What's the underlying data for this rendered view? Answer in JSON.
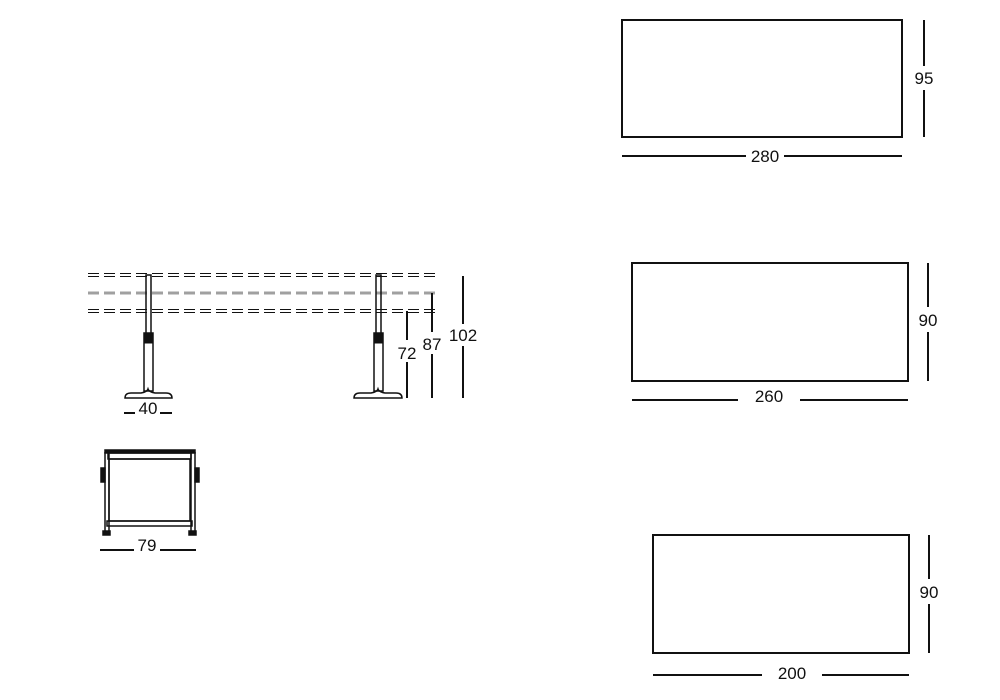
{
  "colors": {
    "line": "#111111",
    "dash_gray": "#a0a0a0"
  },
  "side_view": {
    "foot_width": "40",
    "height_low": "72",
    "height_mid": "87",
    "height_high": "102"
  },
  "front_view": {
    "depth": "79"
  },
  "tops": [
    {
      "width": "280",
      "depth": "95"
    },
    {
      "width": "260",
      "depth": "90"
    },
    {
      "width": "200",
      "depth": "90"
    }
  ]
}
